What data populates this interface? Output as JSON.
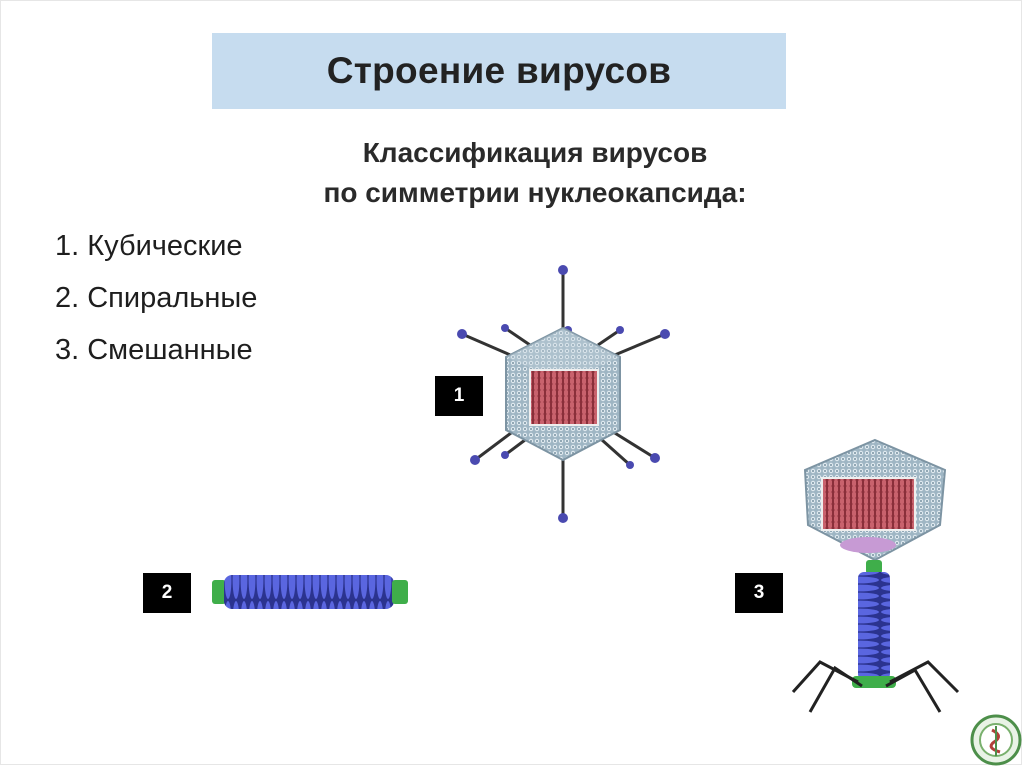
{
  "slide": {
    "title": "Строение вирусов",
    "subtitle_line1": "Классификация вирусов",
    "subtitle_line2": "по симметрии нуклеокапсида:",
    "items": [
      {
        "label": "1. Кубические"
      },
      {
        "label": "2. Спиральные"
      },
      {
        "label": "3. Смешанные"
      }
    ],
    "badges": [
      {
        "label": "1"
      },
      {
        "label": "2"
      },
      {
        "label": "3"
      }
    ]
  },
  "colors": {
    "title_bg": "#c6dcef",
    "capsid": "#a9bfcc",
    "nucleic_acid": "#b24a55",
    "helix": "#3b46c8",
    "collar": "#3fae4a",
    "fiber_tip": "#4a4ab0"
  },
  "icons": [
    "icosahedral-virus-image",
    "helical-virus-image",
    "bacteriophage-image",
    "university-logo-icon"
  ]
}
